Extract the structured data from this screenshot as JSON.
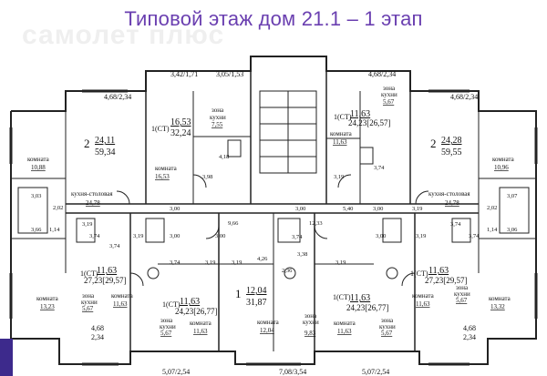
{
  "title": "Типовой этаж дом 21.1 – 1 этап",
  "watermark": "самолет плюс",
  "colors": {
    "title": "#6a3fb0",
    "lines": "#222222",
    "accent_mark": "#3d2a8c"
  },
  "labels": {
    "dimensions": {
      "top_a": "3,42/1,71",
      "top_b": "3,05/1,53",
      "top_c": "4,68/2,34",
      "top_left": "4,68/2,34",
      "top_right": "4,68/2,34",
      "bottom_a": "5,07/2,54",
      "bottom_b": "7,08/3,54",
      "bottom_c": "5,07/2,54",
      "side_left_top": "4,68",
      "side_left_bottom": "2,34",
      "side_right_top": "4,68",
      "side_right_bottom": "2,34"
    },
    "apartments": {
      "a_tl_rooms": "2",
      "a_tl_living": "24,11",
      "a_tl_total": "59,34",
      "a_tr_rooms": "2",
      "a_tr_living": "24,28",
      "a_tr_total": "59,55",
      "a_c1_type": "1(СТ)",
      "a_c1_living": "16,53",
      "a_c1_total": "32,24",
      "a_c2_type": "1(СТ)",
      "a_c2_living": "11,63",
      "a_c2_total": "24,23[26,57]",
      "a_bl_type": "1(СТ)",
      "a_bl_living": "11,63",
      "a_bl_total": "27,23[29,57]",
      "a_br_type": "1(СТ)",
      "a_br_living": "11,63",
      "a_br_total": "27,23[29,57]",
      "a_bc_rooms": "1",
      "a_bc_living": "12,04",
      "a_bc_total": "31,87",
      "a_bcl_type": "1(СТ)",
      "a_bcl_living": "11,63",
      "a_bcl_total": "24,23[26,77]",
      "a_bcr_type": "1(СТ)",
      "a_bcr_living": "11,63",
      "a_bcr_total": "24,23[26,77]"
    },
    "rooms": {
      "room_word": "комната",
      "kitchen_living_word": "кухня-столовая",
      "kitchen_zone_word_1": "зона",
      "kitchen_zone_word_2": "кухни",
      "r_10_88": "10,88",
      "r_10_96": "10,96",
      "r_24_78_l": "24,78",
      "r_24_78_r": "24,78",
      "r_16_53": "16,53",
      "r_7_55": "7,55",
      "r_5_67_tr": "5,67",
      "r_11_63_top": "11,63",
      "r_13_23": "13,23",
      "r_13_32": "13,32",
      "r_5_67_bl": "5,67",
      "r_11_63_bl": "11,63",
      "r_5_67_bcl": "5,67",
      "r_11_63_bcl": "11,63",
      "r_12_04": "12,04",
      "r_9_83": "9,83",
      "r_11_63_bcr": "11,63",
      "r_5_67_bcr": "5,67",
      "r_11_63_br": "11,63",
      "r_5_67_br": "5,67"
    },
    "small": {
      "s_4_18": "4,18",
      "s_3_98": "3,98",
      "s_3_19_a": "3,19",
      "s_3_74_a": "3,74",
      "s_2_02_l": "2,02",
      "s_3_03": "3,03",
      "s_1_14_l": "1,14",
      "s_3_66": "3,66",
      "s_2_02_r": "2,02",
      "s_3_07": "3,07",
      "s_1_14_r": "1,14",
      "s_3_06": "3,06",
      "s_3_00_a": "3,00",
      "s_3_00_b": "3,00",
      "s_3_00_c": "3,00",
      "s_9_66": "9,66",
      "s_12_33": "12,33",
      "s_5_40": "5,40",
      "s_3_74_b": "3,74",
      "s_3_19_b": "3,19",
      "s_3_74_c": "3,74",
      "s_3_19_c": "3,19",
      "s_3_74_d": "3,74",
      "s_3_19_d": "3,19",
      "s_3_74_e": "3,74",
      "s_3_19_e": "3,19",
      "s_4_26": "4,26",
      "s_2_36": "2,36",
      "s_3_38": "3,38",
      "s_3_00_d": "3,00",
      "s_3_00_e": "3,00",
      "s_3_19_f": "3,19",
      "s_3_74_f": "3,74",
      "s_3_19_g": "3,19",
      "s_3_74_g": "3,74",
      "s_3_00_f": "3,00",
      "s_3_19_h": "3,19"
    }
  }
}
